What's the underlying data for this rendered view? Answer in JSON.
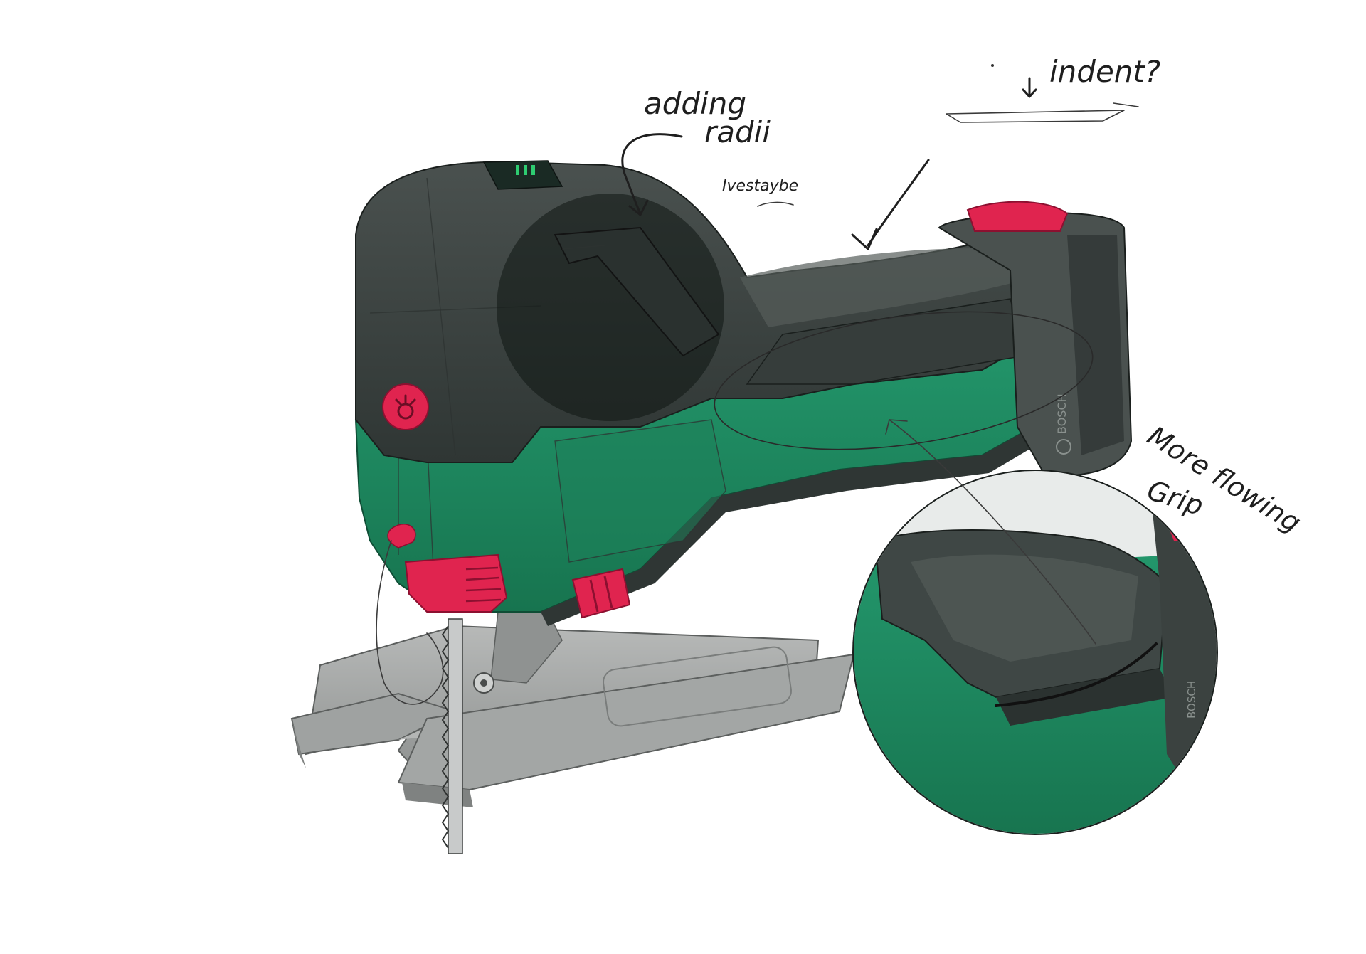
{
  "annotations": {
    "indent": "indent?",
    "adding_radii_line1": "adding",
    "adding_radii_line2": "radii",
    "small_note": "Ivestaybe",
    "more_flowing_line1": "More flowing",
    "more_flowing_line2": "Grip"
  },
  "branding": {
    "logo_text": "BOSCH"
  },
  "colors": {
    "body_green": "#1f8a63",
    "housing_dark": "#3d4442",
    "accent_red": "#e0244f",
    "base_grey": "#a7a9a8",
    "led_green": "#2ecc71"
  }
}
